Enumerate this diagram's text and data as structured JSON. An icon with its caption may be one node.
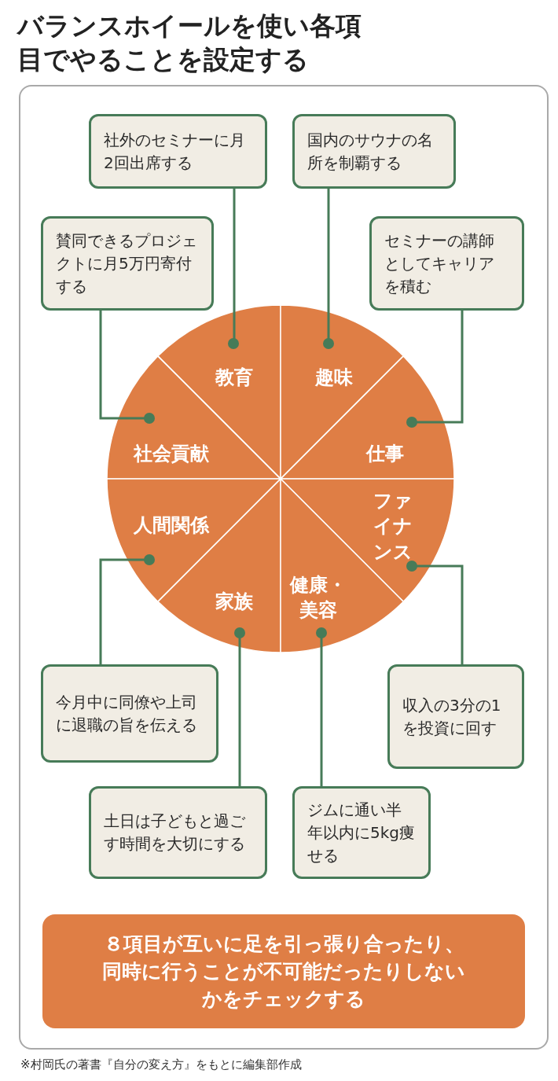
{
  "diagram": {
    "title": "バランスホイールを使い各項目でやることを設定する",
    "caption": "※村岡氏の著書『自分の変え方』をもとに編集部作成",
    "nodes": [
      {
        "text": [],
        "shape": "box"
      },
      {
        "text": [
          "社外のセミナーに月2回出席する"
        ],
        "in": 0
      },
      {
        "text": [
          "国内のサウナの名所を制覇する"
        ],
        "in": 0
      },
      {
        "text": [
          "賛同できるプロジェクトに月5万円寄付する"
        ],
        "in": 0
      },
      {
        "text": [
          "セミナーの講師としてキャリアを積む"
        ],
        "in": 0
      },
      {
        "text": [
          "教育"
        ],
        "in": 0
      },
      {
        "text": [
          "趣味"
        ],
        "in": 0
      },
      {
        "text": [
          "社会貢献"
        ],
        "in": 0
      },
      {
        "text": [
          "仕事"
        ],
        "in": 0
      },
      {
        "text": [
          "人間関係"
        ],
        "in": 0
      },
      {
        "text": [
          "ファイナンス"
        ],
        "in": 0
      },
      {
        "text": [
          "家族"
        ],
        "in": 0
      },
      {
        "text": [
          "健康・美容"
        ],
        "in": 0
      },
      {
        "text": [
          "今月中に同僚や上司に退職の旨を伝える"
        ],
        "in": 0
      },
      {
        "text": [
          "収入の3分の1を投資に回す"
        ],
        "in": 0
      },
      {
        "text": [
          "土日は子どもと過ごす時間を大切にする"
        ],
        "in": 0
      },
      {
        "text": [
          "ジムに通い半年以内に5kg痩せる"
        ],
        "in": 0
      },
      {
        "text": [
          "８項目が互いに足を引っ張り合ったり、同時に行うことが不可能だったりしないかをチェックする"
        ],
        "in": 0
      }
    ],
    "edges": [
      {
        "from": 1,
        "to": 5,
        "arrow": "other"
      },
      {
        "from": 2,
        "to": 6,
        "arrow": "other"
      },
      {
        "from": 3,
        "to": 7,
        "arrow": "other"
      },
      {
        "from": 4,
        "to": 8,
        "arrow": "other"
      },
      {
        "from": 13,
        "to": 9,
        "arrow": "other"
      },
      {
        "from": 14,
        "to": 10,
        "arrow": "other"
      },
      {
        "from": 15,
        "to": 11,
        "arrow": "other"
      },
      {
        "from": 16,
        "to": 12,
        "arrow": "other"
      }
    ]
  }
}
